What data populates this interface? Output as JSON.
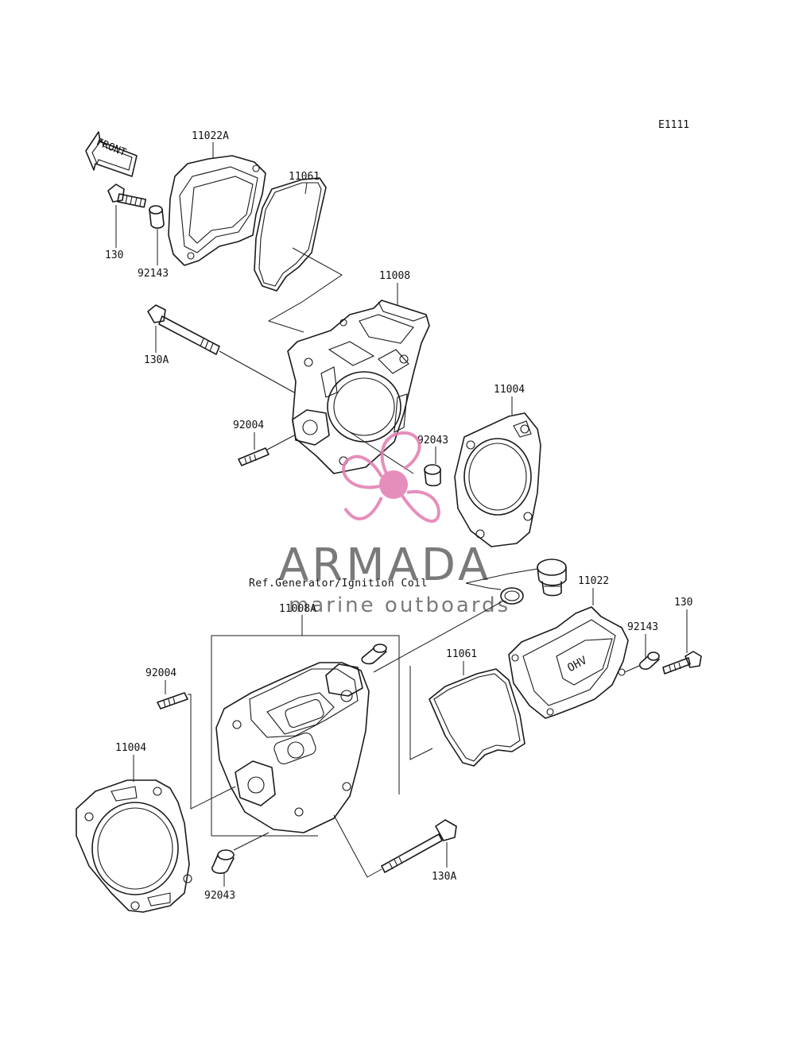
{
  "diagram_code": "E1111",
  "front_arrow_label": "FRONT",
  "reference_note": "Ref.Generator/Ignition Coil",
  "watermark": {
    "brand": "ARMADA",
    "tagline": "marine outboards",
    "logo_color": "#e27bb0"
  },
  "callouts": {
    "top_cover": "11022A",
    "top_gasket": "11061",
    "top_bolt": "130",
    "top_collar": "92143",
    "rear_head": "11008",
    "rear_long_bolt": "130A",
    "rear_stud": "92004",
    "rear_dowel": "92043",
    "rear_head_gasket": "11004",
    "front_head": "11008A",
    "front_cover": "11022",
    "front_bolt": "130",
    "front_collar": "92143",
    "front_gasket": "11061",
    "front_stud": "92004",
    "front_head_gasket": "11004",
    "front_dowel": "92043",
    "front_long_bolt": "130A"
  }
}
